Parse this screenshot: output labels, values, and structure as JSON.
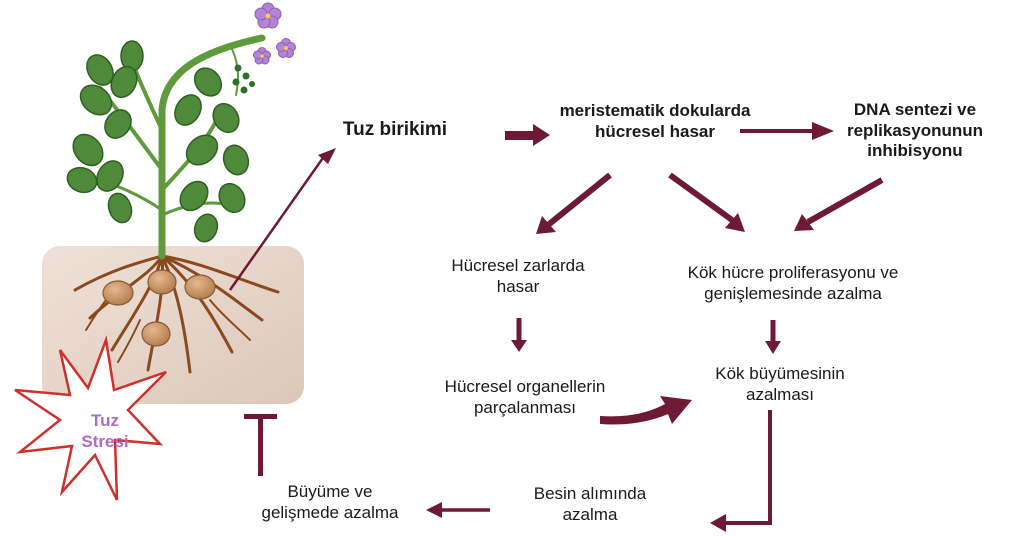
{
  "star": {
    "line1": "Tuz",
    "line2": "Stresi"
  },
  "boxes": {
    "tuz": "Tuz birikimi",
    "meristem_1": "meristematik dokularda",
    "meristem_2": "hücresel hasar",
    "dna_1": "DNA sentezi ve",
    "dna_2": "replikasyonunun",
    "dna_3": "inhibisyonu",
    "zar_1": "Hücresel zarlarda",
    "zar_2": "hasar",
    "kok_hucre_1": "Kök hücre proliferasyonu ve",
    "kok_hucre_2": "genişlemesinde azalma",
    "organel_1": "Hücresel organellerin",
    "organel_2": "parçalanması",
    "kok_buyume_1": "Kök büyümesinin",
    "kok_buyume_2": "azalması",
    "besin_1": "Besin alımında",
    "besin_2": "azalma",
    "buyume_1": "Büyüme ve",
    "buyume_2": "gelişmede azalma"
  },
  "colors": {
    "arrow": "#6e1a34",
    "star_text": "#b06ac9",
    "star_border": "#d0302b",
    "soil": "#e9d7cc"
  }
}
